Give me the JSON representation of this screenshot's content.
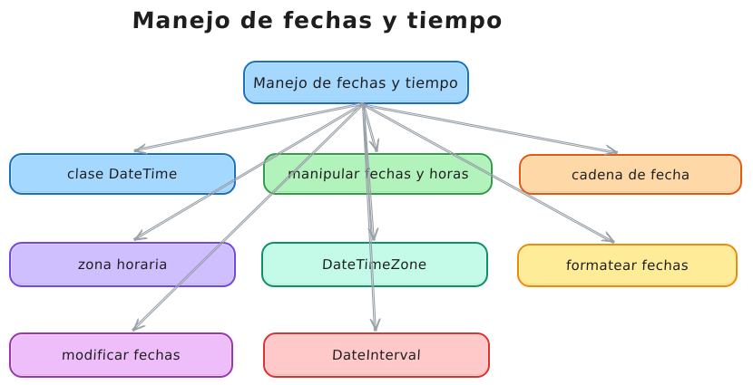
{
  "title": "Manejo de fechas y tiempo",
  "colors": {
    "background": "#ffffff",
    "text": "#1e1e1e",
    "arrow": "#98a0a8"
  },
  "diagram": {
    "nodes": [
      {
        "id": "root",
        "label": "Manejo de fechas y tiempo",
        "fill": "#a5d8ff",
        "stroke": "#1971c2"
      },
      {
        "id": "clase-datetime",
        "label": "clase DateTime",
        "fill": "#a5d8ff",
        "stroke": "#1971c2"
      },
      {
        "id": "manipular",
        "label": "manipular fechas y horas",
        "fill": "#b2f2bb",
        "stroke": "#2f9e44"
      },
      {
        "id": "cadena-de-fecha",
        "label": "cadena de fecha",
        "fill": "#ffd8a8",
        "stroke": "#e8590c"
      },
      {
        "id": "zona-horaria",
        "label": "zona horaria",
        "fill": "#d0bfff",
        "stroke": "#7048e8"
      },
      {
        "id": "datetimezone",
        "label": "DateTimeZone",
        "fill": "#c3fae8",
        "stroke": "#099268"
      },
      {
        "id": "formatear",
        "label": "formatear fechas",
        "fill": "#ffec99",
        "stroke": "#f08c00"
      },
      {
        "id": "modificar",
        "label": "modificar fechas",
        "fill": "#eebefa",
        "stroke": "#9c36b5"
      },
      {
        "id": "dateinterval",
        "label": "DateInterval",
        "fill": "#ffc9c9",
        "stroke": "#e03131"
      }
    ],
    "edges": [
      {
        "from": "root",
        "to": "clase-datetime"
      },
      {
        "from": "root",
        "to": "manipular"
      },
      {
        "from": "root",
        "to": "cadena-de-fecha"
      },
      {
        "from": "root",
        "to": "zona-horaria"
      },
      {
        "from": "root",
        "to": "datetimezone"
      },
      {
        "from": "root",
        "to": "formatear"
      },
      {
        "from": "root",
        "to": "modificar"
      },
      {
        "from": "root",
        "to": "dateinterval"
      }
    ]
  }
}
